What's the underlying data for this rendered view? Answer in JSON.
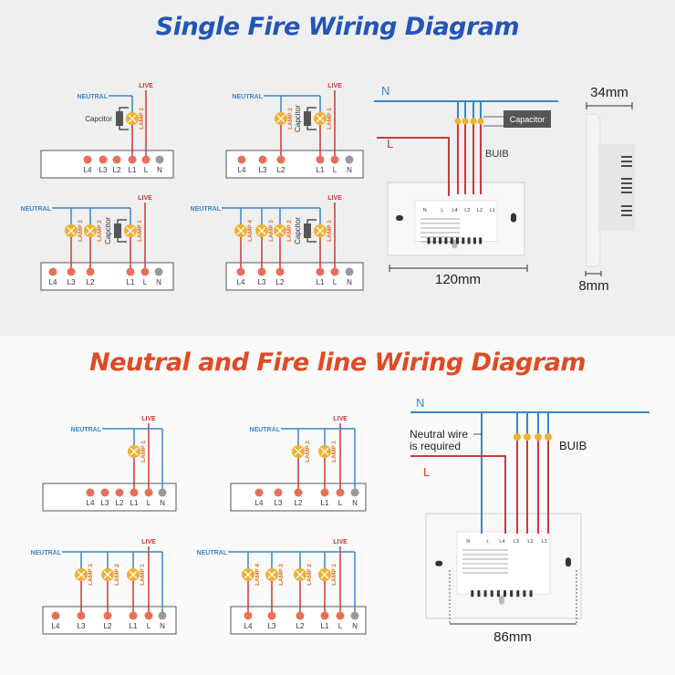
{
  "titles": {
    "single_fire": "Single Fire Wiring Diagram",
    "neutral_fire": "Neutral and Fire line Wiring Diagram"
  },
  "labels": {
    "neutral": "NEUTRAL",
    "live": "LIVE",
    "capacitor_short": "Capcitor",
    "capacitor_full": "Capacitor",
    "n": "N",
    "l": "L",
    "bulb": "BUIB",
    "neutral_required_1": "Neutral wire",
    "neutral_required_2": "is required"
  },
  "terminals": [
    "L4",
    "L3",
    "L2",
    "L1",
    "L",
    "N"
  ],
  "lamps": [
    "LAMP 1",
    "LAMP 2",
    "LAMP 3",
    "LAMP 4"
  ],
  "device_terminals": [
    "N",
    "L",
    "L4",
    "L3",
    "L2",
    "L1"
  ],
  "dimensions": {
    "width_single": "120mm",
    "depth": "34mm",
    "panel": "8mm",
    "width_neutral": "86mm"
  },
  "colors": {
    "neutral_wire": "#3a86c8",
    "live_wire": "#c83a3a",
    "terminal": "#e8705a",
    "terminal_n": "#999999",
    "lamp": "#f0b030",
    "lamp_label": "#d8702a",
    "title_blue": "#2255b8",
    "title_red": "#e04a24"
  }
}
